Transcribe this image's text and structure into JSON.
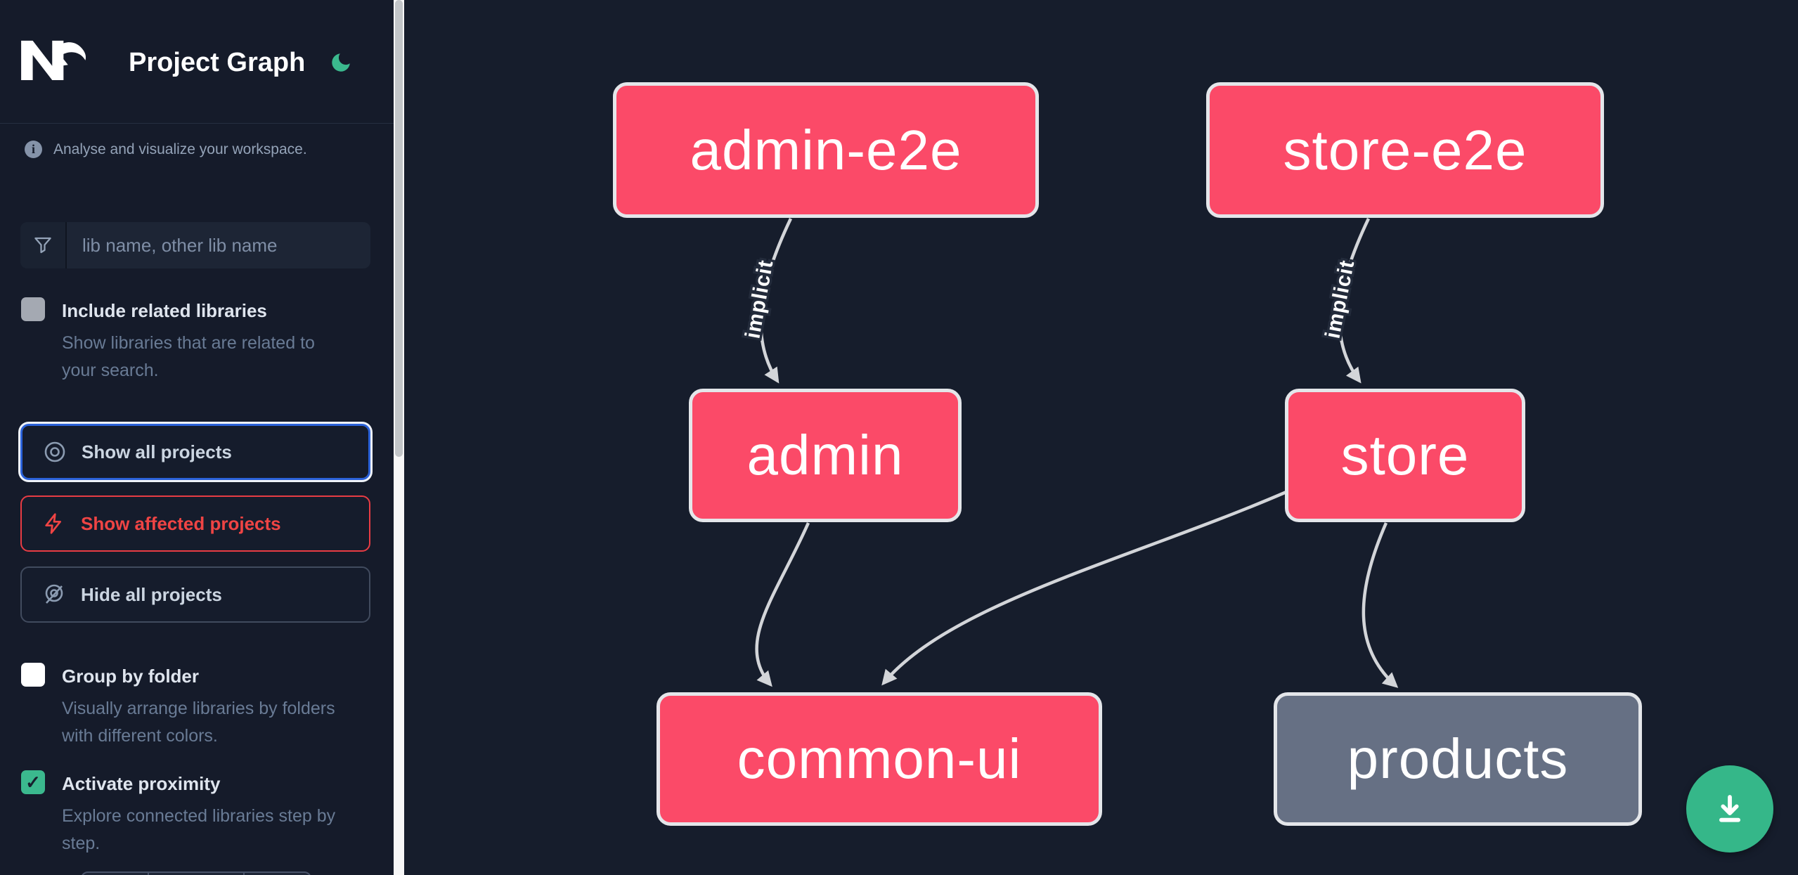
{
  "app": {
    "title": "Project Graph"
  },
  "sidebar": {
    "tagline": "Analyse and visualize your workspace.",
    "search": {
      "placeholder": "lib name, other lib name"
    },
    "options": [
      {
        "label": "Include related libraries",
        "description": "Show libraries that are related to your search.",
        "checked": false
      },
      {
        "label": "Group by folder",
        "description": "Visually arrange libraries by folders with different colors.",
        "checked": false
      },
      {
        "label": "Activate proximity",
        "description": "Explore connected libraries step by step.",
        "checked": true
      }
    ],
    "actions": [
      {
        "label": "Show all projects",
        "icon": "eye",
        "focused": true
      },
      {
        "label": "Show affected projects",
        "icon": "bolt",
        "variant": "affected"
      },
      {
        "label": "Hide all projects",
        "icon": "eye-off"
      }
    ]
  },
  "graph": {
    "nodes": [
      {
        "label": "admin-e2e",
        "status": "affected"
      },
      {
        "label": "store-e2e",
        "status": "affected"
      },
      {
        "label": "admin",
        "status": "affected"
      },
      {
        "label": "store",
        "status": "affected"
      },
      {
        "label": "common-ui",
        "status": "affected"
      },
      {
        "label": "products",
        "status": "default"
      }
    ],
    "edges": [
      {
        "from": "admin-e2e",
        "to": "admin",
        "label": "implicit"
      },
      {
        "from": "store-e2e",
        "to": "store",
        "label": "implicit"
      },
      {
        "from": "admin",
        "to": "common-ui",
        "label": ""
      },
      {
        "from": "store",
        "to": "common-ui",
        "label": ""
      },
      {
        "from": "store",
        "to": "products",
        "label": ""
      }
    ]
  },
  "fab": {
    "icon": "download"
  },
  "colors": {
    "affected_node": "#fb4a68",
    "default_node": "#667084",
    "accent_green": "#35b789",
    "focus_blue": "#2b62d9",
    "alert_red": "#ef4444",
    "edge": "#d3d5d9"
  }
}
